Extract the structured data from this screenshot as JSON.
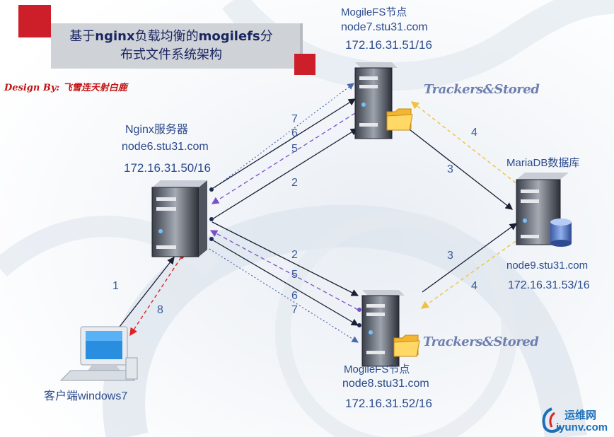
{
  "title": {
    "prefix": "基于",
    "nginx": "nginx",
    "middle": "负载均衡的",
    "mogilefs": "mogilefs",
    "suffix": "分",
    "line2": "布式文件系统架构"
  },
  "design_by": "Design By: 飞雪连天射白鹿",
  "nodes": {
    "mogile_top": {
      "name": "MogileFS节点",
      "host": "node7.stu31.com",
      "ip": "172.16.31.51/16",
      "role": "Trackers&Stored"
    },
    "nginx": {
      "name": "Nginx服务器",
      "host": "node6.stu31.com",
      "ip": "172.16.31.50/16"
    },
    "mariadb": {
      "name": "MariaDB数据库",
      "host": "node9.stu31.com",
      "ip": "172.16.31.53/16"
    },
    "mogile_bottom": {
      "name": "MogileFS节点",
      "host": "node8.stu31.com",
      "ip": "172.16.31.52/16",
      "role": "Trackers&Stored"
    },
    "client": {
      "name": "客户端windows7"
    }
  },
  "edge_labels": {
    "top_7": "7",
    "top_6": "6",
    "top_5": "5",
    "top_2": "2",
    "bottom_2": "2",
    "bottom_5": "5",
    "bottom_6": "6",
    "bottom_7": "7",
    "db_top_3": "3",
    "db_top_4": "4",
    "db_bottom_3": "3",
    "db_bottom_4": "4",
    "client_1": "1",
    "client_8": "8"
  },
  "watermark": {
    "cn": "运维网",
    "url": "iyunv.com"
  },
  "colors": {
    "title_text": "#1a2560",
    "accent_red": "#cc1f2a",
    "label_blue": "#2c4a8c",
    "arrow_purple": "#7a4fc8",
    "arrow_yellow": "#f2c040",
    "arrow_red": "#e02020",
    "arrow_dark": "#1a1f33",
    "arrow_blue_dotted": "#4a6ab0"
  }
}
